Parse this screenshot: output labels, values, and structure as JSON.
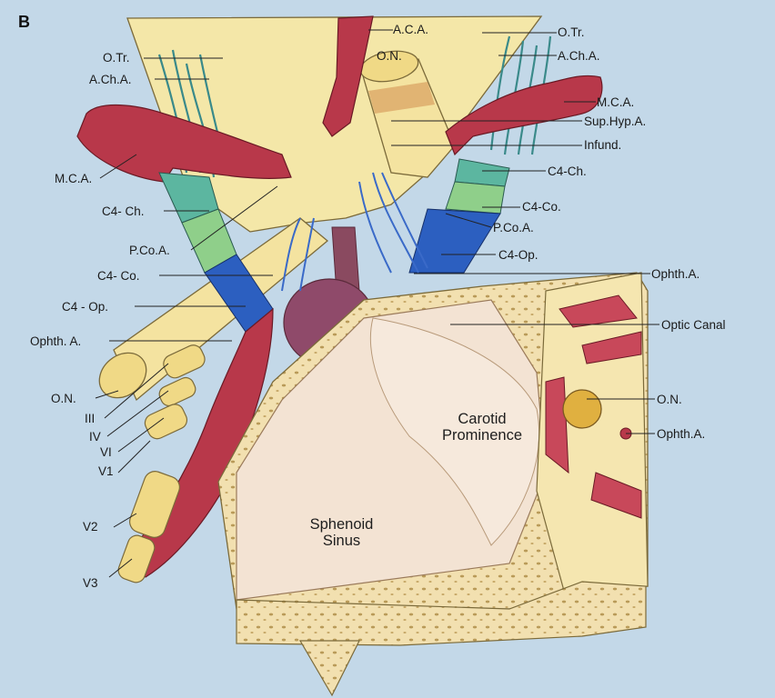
{
  "panel_letter": "B",
  "labels": {
    "aca": "A.C.A.",
    "otr_left": "O.Tr.",
    "acha_left": "A.Ch.A.",
    "on_top": "O.N.",
    "otr_right": "O.Tr.",
    "acha_right": "A.Ch.A.",
    "mca_right": "M.C.A.",
    "suphypa": "Sup.Hyp.A.",
    "infund": "Infund.",
    "mca_left": "M.C.A.",
    "c4ch_right": "C4-Ch.",
    "c4co_right": "C4-Co.",
    "c4ch_left": "C4- Ch.",
    "pcoa_right": "P.Co.A.",
    "pcoa_left": "P.Co.A.",
    "c4op_right": "C4-Op.",
    "c4co_left": "C4- Co.",
    "ophtha_right": "Ophth.A.",
    "c4op_left": "C4 - Op.",
    "optic_canal": "Optic Canal",
    "ophtha_left": "Ophth. A.",
    "on_left": "O.N.",
    "on_canal": "O.N.",
    "ophtha_canal": "Ophth.A.",
    "cn3": "III",
    "cn4": "IV",
    "cn6": "VI",
    "v1": "V1",
    "v2": "V2",
    "v3": "V3",
    "carotid_prominence": "Carotid Prominence",
    "sphenoid_sinus": "Sphenoid Sinus"
  },
  "colors": {
    "background": "#c3d8e8",
    "artery": "#b8384a",
    "artery_highlight": "#d9606c",
    "cavernous_blue": "#2c5fc0",
    "clinoid_green": "#8fcf8a",
    "chiasm_yellow": "#f4e7a8",
    "bone": "#f2e0b0",
    "sinus_mucosa": "#f3e3d3"
  }
}
